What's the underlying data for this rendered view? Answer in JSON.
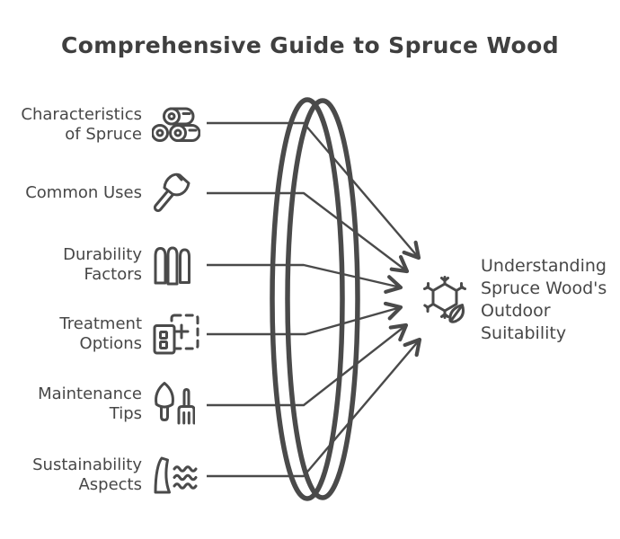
{
  "title": "Comprehensive Guide to Spruce Wood",
  "nodes": [
    {
      "label": "Characteristics\nof Spruce",
      "icon": "logs-icon"
    },
    {
      "label": "Common Uses",
      "icon": "axe-icon"
    },
    {
      "label": "Durability\nFactors",
      "icon": "planks-icon"
    },
    {
      "label": "Treatment\nOptions",
      "icon": "treatment-options-icon"
    },
    {
      "label": "Maintenance\nTips",
      "icon": "garden-tools-icon"
    },
    {
      "label": "Sustainability\nAspects",
      "icon": "dam-water-icon"
    }
  ],
  "result": {
    "label": "Understanding\nSpruce Wood's\nOutdoor\nSuitability",
    "icon": "snowflake-leaf-icon"
  },
  "colors": {
    "stroke": "#4a4a4a",
    "text": "#474747",
    "title": "#3f3f3f",
    "background": "#ffffff"
  }
}
